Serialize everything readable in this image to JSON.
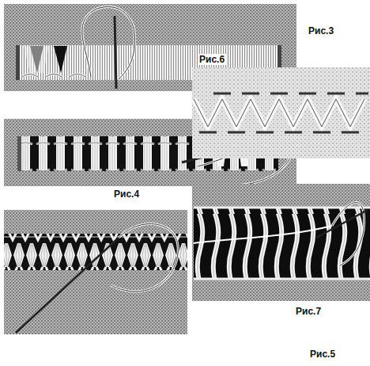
{
  "diagram": {
    "labels": [
      "Рис.3",
      "Рис.6",
      "Рис.4",
      "Рис.7",
      "Рис.5"
    ]
  }
}
